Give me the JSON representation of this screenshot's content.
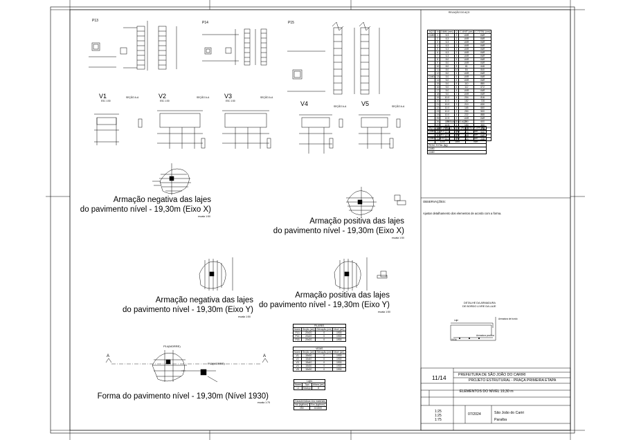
{
  "drawing_titles": {
    "neg_x_line1": "Armação negativa das lajes",
    "neg_x_line2": "do pavimento nível - 19,30m (Eixo X)",
    "pos_x_line1": "Armação positiva das lajes",
    "pos_x_line2": "do pavimento nível - 19,30m (Eixo X)",
    "neg_y_line1": "Armação negativa das lajes",
    "neg_y_line2": "do pavimento nível - 19,30m (Eixo Y)",
    "pos_y_line1": "Armação positiva das lajes",
    "pos_y_line2": "do pavimento nível - 19,30m (Eixo Y)",
    "forma": "Forma do pavimento nível - 19,30m (Nível 1930)",
    "scale_1_50": "escala 1:50",
    "scale_1_75": "escala 1:75"
  },
  "elements": {
    "pillars": [
      "P13",
      "P14",
      "P15"
    ],
    "beams": [
      "V1",
      "V2",
      "V3",
      "V4",
      "V5"
    ],
    "section_aa": "SEÇÃO A-A",
    "esc": "ESC 1:50",
    "cut_a": "A"
  },
  "forma_labels": {
    "p14": "P14(MORRE)",
    "p13": "P13(MORRE)"
  },
  "steel_summary": {
    "title": "RELAÇÃO DO AÇO",
    "headers": [
      "AÇO",
      "N",
      "DIAM (mm)",
      "Q",
      "C.UNIT (cm)",
      "C.TOTAL (cm)"
    ],
    "rows": [
      [
        "CA50",
        "1",
        "6.3",
        "2",
        "VAR",
        "VAR"
      ],
      [
        "",
        "2",
        "6.3",
        "2",
        "VAR",
        "VAR"
      ],
      [
        "",
        "3",
        "6.3",
        "2",
        "VAR",
        "VAR"
      ],
      [
        "",
        "4",
        "6.3",
        "2",
        "VAR",
        "VAR"
      ],
      [
        "",
        "5",
        "6.3",
        "2",
        "VAR",
        "VAR"
      ],
      [
        "",
        "6",
        "6.3",
        "2",
        "VAR",
        "VAR"
      ],
      [
        "",
        "7",
        "6.3",
        "3",
        "VAR",
        "VAR"
      ],
      [
        "",
        "8",
        "8.0",
        "5",
        "VAR",
        "VAR"
      ],
      [
        "",
        "9",
        "8.0",
        "4",
        "VAR",
        "VAR"
      ],
      [
        "",
        "10",
        "8.0",
        "8",
        "81",
        "648"
      ],
      [
        "",
        "11",
        "8.0",
        "10",
        "84",
        "840"
      ],
      [
        "",
        "12",
        "8.0",
        "4",
        "VAR",
        "VAR"
      ],
      [
        "CA60",
        "13",
        "5.0",
        "6",
        "VAR",
        "VAR"
      ],
      [
        "",
        "14",
        "5.0",
        "6",
        "VAR",
        "VAR"
      ],
      [
        "",
        "15",
        "5.0",
        "8",
        "110",
        "880"
      ],
      [
        "",
        "16",
        "5.0",
        "6",
        "112",
        "672"
      ],
      [
        "",
        "17",
        "5.0",
        "4",
        "VAR",
        "VAR"
      ],
      [
        "",
        "18",
        "5.0",
        "2",
        "VAR",
        "VAR"
      ],
      [
        "",
        "19",
        "10.0",
        "4",
        "204",
        "816"
      ],
      [
        "",
        "20",
        "10.0",
        "4",
        "182",
        "728"
      ],
      [
        "",
        "21",
        "10.0",
        "3",
        "210",
        "630"
      ],
      [
        "",
        "22",
        "10.0",
        "4",
        "165",
        "660"
      ],
      [
        "",
        "23",
        "10.0",
        "2",
        "250",
        "500"
      ],
      [
        "",
        "24",
        "10.0",
        "4",
        "222",
        "888"
      ],
      [
        "",
        "25",
        "12.5",
        "2",
        "VAR",
        "VAR"
      ],
      [
        "",
        "26",
        "12.5",
        "2",
        "300",
        "600"
      ],
      [
        "",
        "27",
        "12.5",
        "2",
        "150",
        "300"
      ],
      [
        "",
        "28",
        "12.5",
        "2",
        "138",
        "276"
      ],
      [
        "",
        "29",
        "12.5",
        "2",
        "270",
        "540"
      ],
      [
        "",
        "30",
        "12.5",
        "2",
        "VAR",
        "VAR"
      ],
      [
        "",
        "31",
        "16.0",
        "2",
        "124",
        "248"
      ]
    ]
  },
  "steel_resume": {
    "title": "RESUMO DO AÇO",
    "headers": [
      "AÇO",
      "DIAM (mm)",
      "C.TOTAL (m)",
      "PESO + 10% (kg)"
    ],
    "rows": [
      [
        "CA50",
        "6.3",
        "VAR",
        "VAR"
      ],
      [
        "",
        "8.0",
        "VAR",
        "VAR"
      ],
      [
        "CA60",
        "10.0",
        "VAR",
        "VAR"
      ],
      [
        "",
        "12.5",
        "VAR",
        "VAR"
      ]
    ],
    "footer": [
      "PESO TOTAL (kg)",
      "CA50",
      "CA60"
    ]
  },
  "observations": {
    "title": "OBSERVAÇÕES:",
    "text": "Ajustar detalhamento dos elementos de acordo com a forma."
  },
  "detail": {
    "title_line1": "DETALHE DA ARMADURA",
    "title_line2": "DE BORDO LIVRE DA LAJE",
    "laje": "Laje",
    "viga": "VIGA",
    "arm_bordo": "Armadura de bordo",
    "arm_pos": "Armadura positiva"
  },
  "title_block": {
    "sheet": "11/14",
    "owner": "PREFEITURA DE SÃO JOÃO DO CARIRI",
    "project": "PROJETO ESTRUTURAL - PRAÇA PRIMEIRA ETAPA",
    "content": "ELEMENTOS DO NÍVEL 19,30 m",
    "scales": [
      "1:25",
      "1:25",
      "1:75"
    ],
    "date": "07/2024",
    "city": "São João do Cariri",
    "state": "Paraíba"
  },
  "small_tables": {
    "pillars_title": "PILARES",
    "pillars_headers": [
      "Nome",
      "Seção (cm)",
      "Elevação (cm)",
      "Nível (cm)"
    ],
    "pillars_rows": [
      [
        "P13",
        "20x20",
        "0",
        "1930"
      ],
      [
        "P14",
        "20x20",
        "0",
        "1930"
      ],
      [
        "P15",
        "20x20",
        "0",
        "1930"
      ]
    ],
    "beams_title": "VIGAS",
    "beams_headers": [
      "Nome",
      "Seção (cm)",
      "Elevação (cm)",
      "Nível (cm)"
    ],
    "beams_rows": [
      [
        "V1",
        "15x30",
        "0",
        "1930"
      ],
      [
        "V2",
        "15x40",
        "0",
        "1930"
      ],
      [
        "V3",
        "15x40",
        "0",
        "1930"
      ],
      [
        "V4",
        "15x30",
        "0",
        "1930"
      ],
      [
        "V5",
        "15x30",
        "0",
        "1930"
      ]
    ],
    "slab_title": "Lajes",
    "slab_headers": [
      "Nome",
      "Tipo",
      "Altura (cm)"
    ],
    "slab_rows": [
      [
        "L1",
        "Maciça",
        "8"
      ]
    ],
    "materials_title": "Características dos materiais",
    "materials_headers": [
      "fck (kgf/cm²)",
      "Ecs (kgf/cm²)"
    ],
    "materials_rows": [
      [
        "250",
        "241500"
      ]
    ]
  }
}
